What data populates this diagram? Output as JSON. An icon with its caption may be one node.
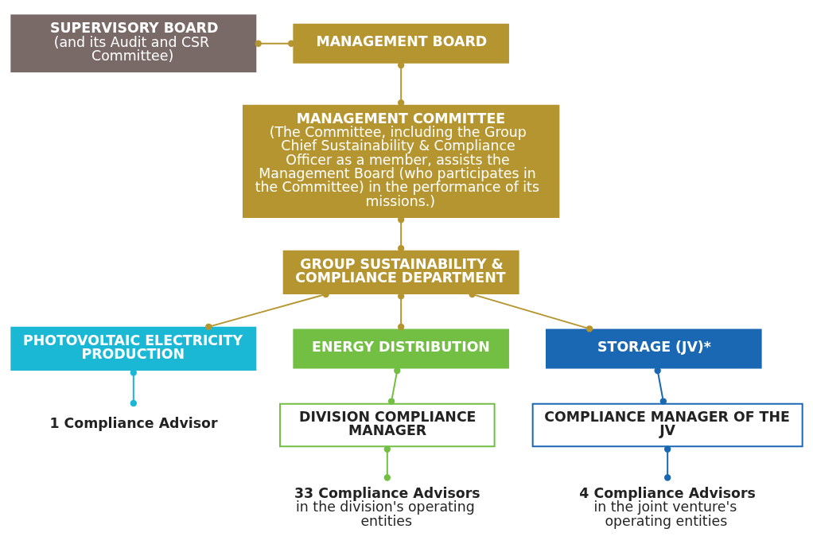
{
  "diagram": {
    "nodes": [
      {
        "text": [
          "SUPERVISORY BOARD",
          "(and its Audit and CSR Committee)"
        ]
      },
      {
        "text": [
          "MANAGEMENT BOARD"
        ]
      },
      {
        "text": [
          "MANAGEMENT COMMITTEE",
          "(The Committee, including the Group Chief Sustainability & Compliance Officer as a member, assists the Management Board (who participates in the Committee) in the performance of its missions.)"
        ]
      },
      {
        "text": [
          "GROUP SUSTAINABILITY & COMPLIANCE DEPARTMENT"
        ]
      },
      {
        "text": [
          "PHOTOVOLTAIC ELECTRICITY PRODUCTION"
        ]
      },
      {
        "text": [
          "ENERGY DISTRIBUTION"
        ]
      },
      {
        "text": [
          "STORAGE (JV)*"
        ]
      },
      {
        "text": [
          "DIVISION COMPLIANCE MANAGER"
        ]
      },
      {
        "text": [
          "COMPLIANCE MANAGER OF THE JV"
        ]
      },
      {
        "text": [
          "1 Compliance Advisor"
        ]
      },
      {
        "text": [
          "33 Compliance Advisors",
          "in the division's operating entities"
        ]
      },
      {
        "text": [
          "4 Compliance Advisors",
          "in the joint venture's operating entities"
        ]
      }
    ],
    "edges": [
      {
        "from": 0,
        "to": 1,
        "arrow": "other"
      },
      {
        "from": 1,
        "to": 2,
        "arrow": "other"
      },
      {
        "from": 2,
        "to": 3,
        "arrow": "other"
      },
      {
        "from": 3,
        "to": 4,
        "arrow": "other"
      },
      {
        "from": 3,
        "to": 5,
        "arrow": "other"
      },
      {
        "from": 3,
        "to": 6,
        "arrow": "other"
      },
      {
        "from": 4,
        "to": 9,
        "arrow": "other",
        "color": "#1bb8d6"
      },
      {
        "from": 5,
        "to": 7,
        "arrow": "other",
        "color": "#72bf44"
      },
      {
        "from": 6,
        "to": 8,
        "arrow": "other",
        "color": "#1a68b3"
      },
      {
        "from": 7,
        "to": 10,
        "arrow": "other",
        "color": "#72bf44"
      },
      {
        "from": 8,
        "to": 11,
        "arrow": "other",
        "color": "#1a68b3"
      }
    ]
  }
}
